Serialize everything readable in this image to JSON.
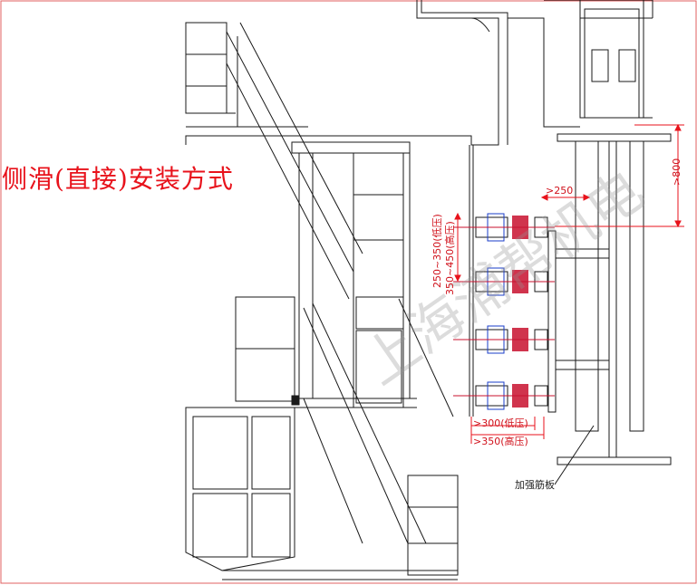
{
  "title": "侧滑(直接)安装方式",
  "watermark": "上海浦帮机电",
  "dimensions": {
    "gap_top": ">250",
    "height_right": ">800",
    "range_low": "250~350(低压)",
    "range_high": "350~450(高压)",
    "bottom_low": ">300(低压)",
    "bottom_high": ">350(高压)"
  },
  "callout": "加强筋板",
  "colors": {
    "line": "#1a1a1a",
    "dim": "#e8121b",
    "device_red": "#c8102e",
    "device_blue": "#1a3cc8"
  }
}
